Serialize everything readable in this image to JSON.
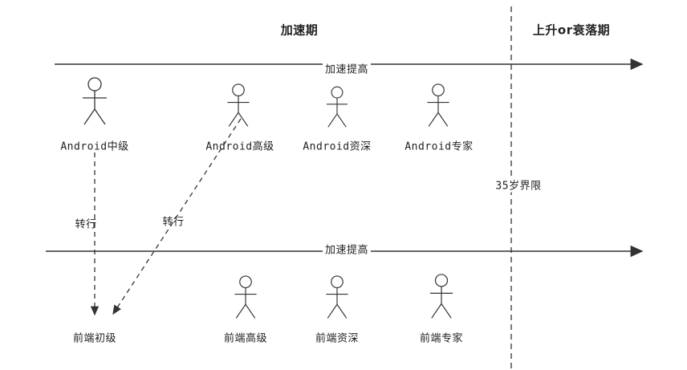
{
  "phases": {
    "left": "加速期",
    "right": "上升or衰落期"
  },
  "axes": {
    "top_label": "加速提高",
    "bottom_label": "加速提高"
  },
  "boundary": {
    "label": "35岁界限"
  },
  "transfers": [
    {
      "label": "转行"
    },
    {
      "label": "转行"
    }
  ],
  "top_row": [
    {
      "label": "Android中级"
    },
    {
      "label": "Android高级"
    },
    {
      "label": "Android资深"
    },
    {
      "label": "Android专家"
    }
  ],
  "bottom_row": [
    {
      "label": "前端初级"
    },
    {
      "label": "前端高级"
    },
    {
      "label": "前端资深"
    },
    {
      "label": "前端专家"
    }
  ],
  "colors": {
    "line": "#333333",
    "text": "#222222",
    "background": "#ffffff"
  }
}
